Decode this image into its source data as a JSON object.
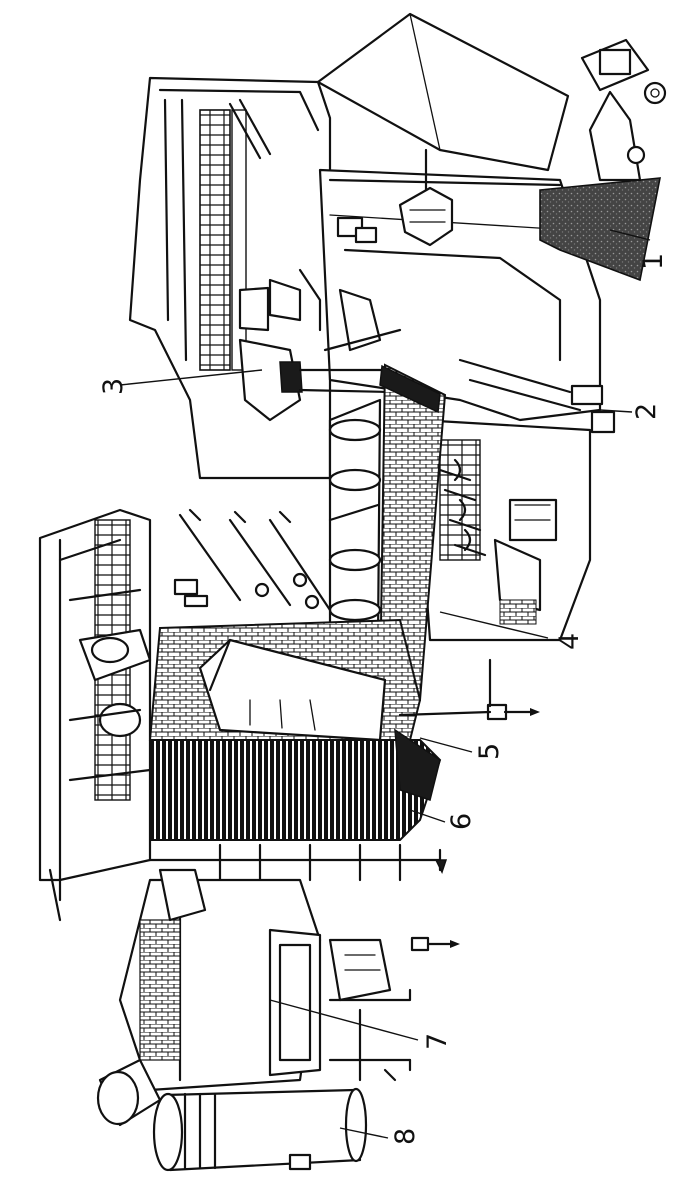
{
  "diagram": {
    "callouts": [
      {
        "id": "1",
        "text": "1"
      },
      {
        "id": "2",
        "text": "2"
      },
      {
        "id": "3",
        "text": "3"
      },
      {
        "id": "4",
        "text": "4"
      },
      {
        "id": "5",
        "text": "5"
      },
      {
        "id": "6",
        "text": "6"
      },
      {
        "id": "7",
        "text": "7"
      },
      {
        "id": "8",
        "text": "8"
      }
    ]
  },
  "colors": {
    "ink": "#111111",
    "paper": "#ffffff",
    "fill_dark": "#1a1a1a",
    "fill_mid": "#555555"
  }
}
